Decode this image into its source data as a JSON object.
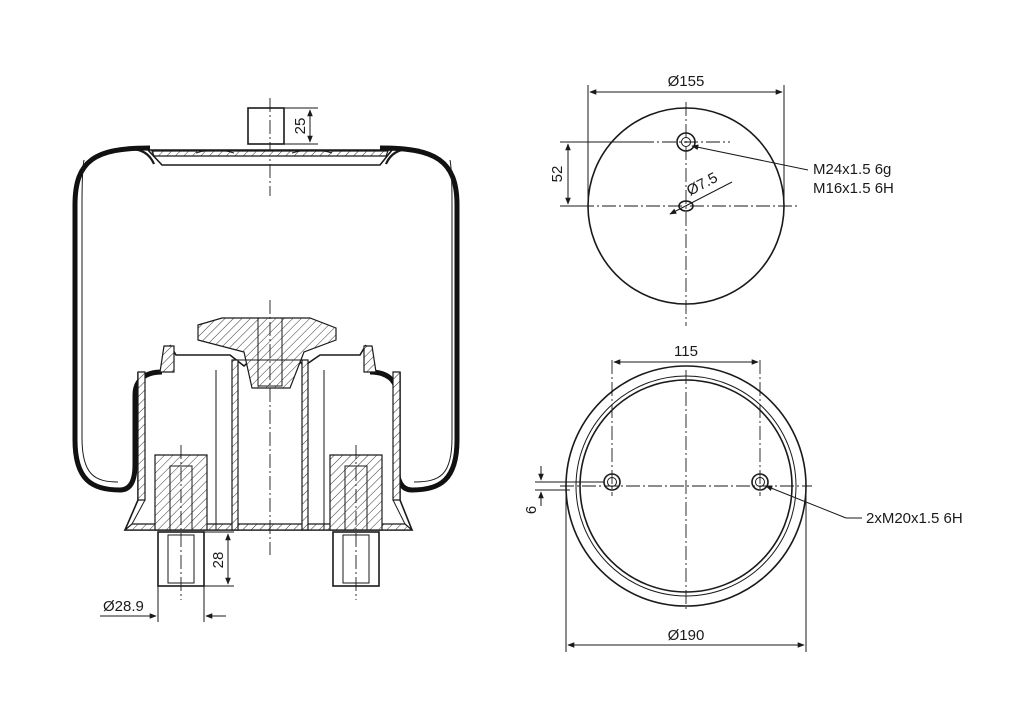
{
  "side_view": {
    "dim_stud_height": "25",
    "dim_mount_stud_length": "28",
    "dim_mount_stud_diameter": "Ø28.9"
  },
  "top_view": {
    "dim_plate_diameter": "Ø155",
    "dim_offset": "52",
    "dim_pin_hole": "Ø7.5",
    "thread_callout_line1": "M24x1.5 6g",
    "thread_callout_line2": "M16x1.5 6H"
  },
  "bottom_view": {
    "dim_hole_spacing": "115",
    "dim_offset": "6",
    "dim_base_diameter": "Ø190",
    "thread_callout": "2xM20x1.5 6H"
  }
}
